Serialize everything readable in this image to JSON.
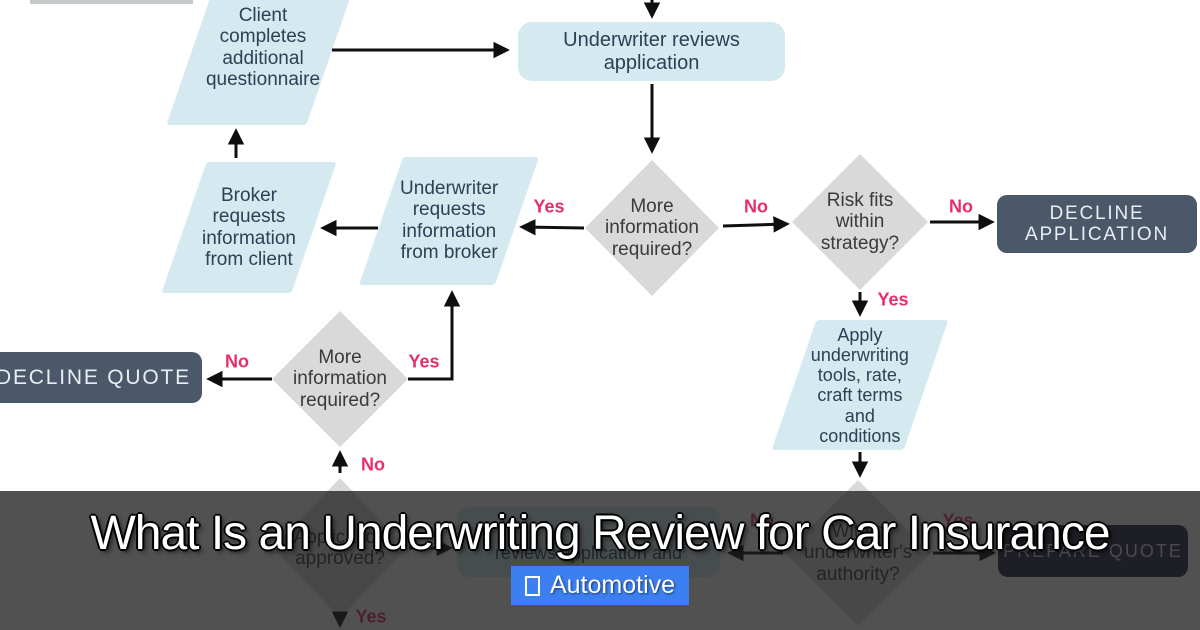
{
  "flowchart": {
    "nodes": {
      "client_questionnaire": "Client\ncompletes\nadditional\nquestionnaire",
      "underwriter_reviews": "Underwriter reviews\napplication",
      "more_information_1": "More\ninformation\nrequired?",
      "risk_fits_strategy": "Risk fits\nwithin\nstrategy?",
      "decline_application": "DECLINE\nAPPLICATION",
      "underwriter_requests": "Underwriter\nrequests\ninformation\nfrom broker",
      "broker_requests": "Broker\nrequests\ninformation\nfrom client",
      "apply_tools": "Apply\nunderwriting\ntools, rate,\ncraft terms\nand\nconditions",
      "more_information_2": "More\ninformation\nrequired?",
      "decline_quote": "DECLINE QUOTE",
      "application_approved": "Application\napproved?",
      "senior_review_fragment": "reviews application and",
      "within_authority": "Within\nunderwriter's\nauthority?",
      "prepare_quote": "PREPARE QUOTE"
    },
    "edge_labels": {
      "more1_yes": "Yes",
      "more1_no": "No",
      "risk_no": "No",
      "risk_yes": "Yes",
      "more2_yes": "Yes",
      "more2_no": "No",
      "approved_no": "No",
      "approved_yes": "Yes",
      "authority_no": "No",
      "authority_yes": "Yes"
    }
  },
  "overlay": {
    "title": "What Is an Underwriting Review for Car Insurance",
    "badge_label": "Automotive"
  },
  "colors": {
    "shape_blue": "#d5e9f1",
    "shape_gray": "#d9d9d9",
    "dark_box": "#4b5869",
    "navy_box": "#1f2347",
    "accent_pink": "#e62e6b",
    "badge_blue": "#3c7ff0",
    "arrow_black": "#0f0f0f"
  }
}
